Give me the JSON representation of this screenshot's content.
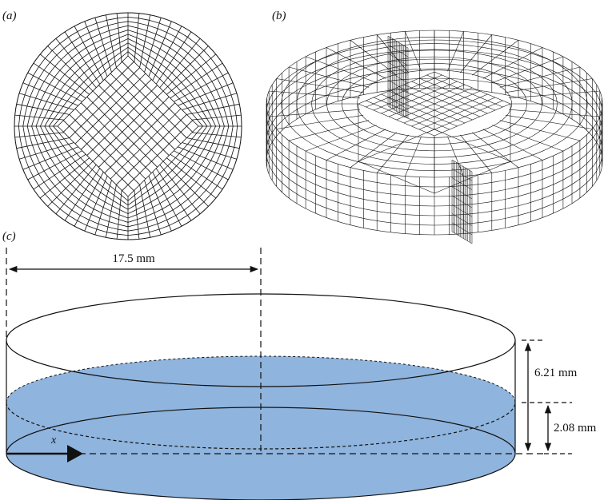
{
  "panels": {
    "a": {
      "label": "(a)"
    },
    "b": {
      "label": "(b)"
    },
    "c": {
      "label": "(c)"
    }
  },
  "dimensions": {
    "radius": "17.5 mm",
    "total_height": "6.21 mm",
    "fluid_height": "2.08 mm"
  },
  "axis": {
    "name": "x"
  },
  "colors": {
    "mesh_line": "#111111",
    "fluid_fill": "#8fb4dd",
    "outline": "#111111"
  }
}
